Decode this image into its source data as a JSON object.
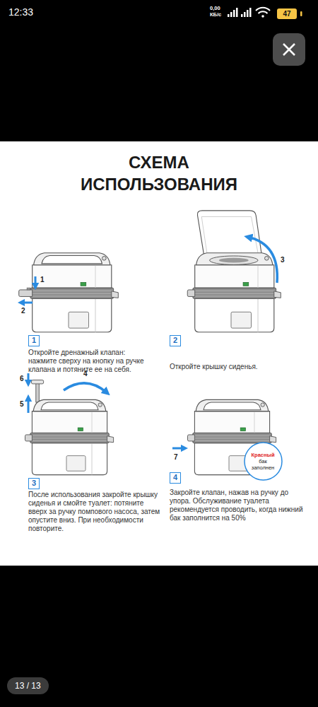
{
  "diagram": {
    "title": "СХЕМА ИСПОЛЬЗОВАНИЯ",
    "nodes": [
      {
        "text": [
          "47"
        ]
      },
      {
        "text": [
          "1"
        ]
      },
      {
        "text": [
          "2"
        ]
      },
      {
        "text": [
          "3"
        ]
      },
      {
        "text": [
          "Красный",
          "бак заполнен"
        ]
      },
      {
        "text": [
          "4"
        ]
      },
      {
        "text": [
          "13 / 13"
        ]
      }
    ],
    "labels": [
      "12:33",
      "0,00",
      "КБ/с",
      "1",
      "2",
      "Откройте дренажный клапан: нажмите сверху на кнопку на ручке клапана и потяните ее на себя.",
      "3",
      "Откройте крышку сиденья.",
      "4",
      "6",
      "5",
      "После использования закройте крышку сиденья и смойте туалет: потяните вверх за ручку помпового насоса, затем опустите вниз. При необходимости повторите.",
      "7",
      "Закройте клапан, нажав на ручку до упора. Обслуживание туалета рекомендуется проводить, когда нижний бак заполнится на 50%"
    ]
  }
}
